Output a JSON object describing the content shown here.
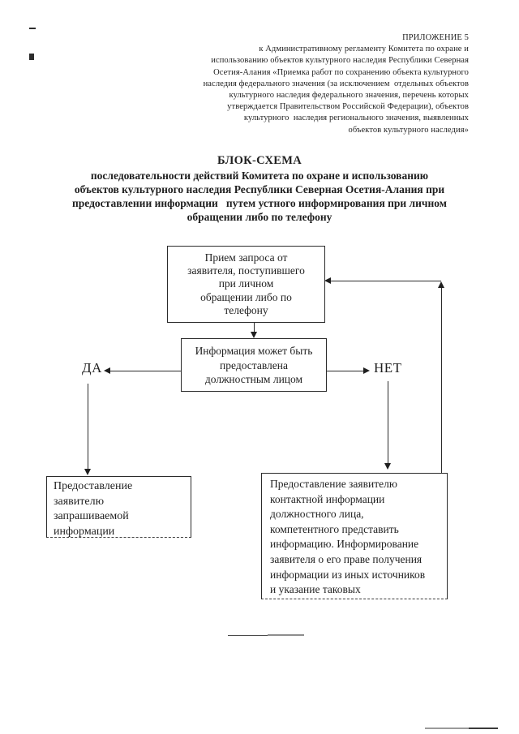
{
  "header": {
    "appendix_label": "ПРИЛОЖЕНИЕ 5",
    "lines": [
      "к Административному регламенту Комитета по охране и",
      "использованию объектов культурного наследия Республики Северная",
      "Осетия-Алания «Приемка работ по сохранению объекта культурного",
      "наследия федерального значения (за исключением  отдельных объектов",
      "культурного наследия федерального значения, перечень которых",
      "утверждается Правительством Российской Федерации), объектов",
      "культурного  наследия регионального значения, выявленных",
      "объектов культурного наследия»"
    ]
  },
  "title": {
    "heading": "БЛОК-СХЕМА",
    "subtitle_lines": [
      "последовательности действий Комитета по охране и использованию",
      "объектов культурного наследия Республики Северная Осетия-Алания при",
      "предоставлении информации   путем устного информирования при личном",
      "обращении либо по телефону"
    ]
  },
  "flowchart": {
    "box_intake_lines": [
      "Прием запроса от",
      "заявителя, поступившего",
      "при личном",
      "обращении либо по",
      "телефону"
    ],
    "box_decision_lines": [
      "Информация может быть",
      "предоставлена",
      "должностным лицом"
    ],
    "label_yes": "ДА",
    "label_no": "НЕТ",
    "box_yes_lines": [
      "Предоставление",
      "заявителю",
      "запрашиваемой",
      "информации"
    ],
    "box_no_lines": [
      "Предоставление заявителю",
      "контактной информации",
      "должностного лица,",
      "компетентного представить",
      "информацию. Информирование",
      "заявителя о его праве получения",
      "информации из иных источников",
      "и указание таковых"
    ]
  },
  "colors": {
    "ink": "#1f1f1f",
    "box_border": "#2b2b2b",
    "scan_gray": "#9a9a9a",
    "page_background": "#ffffff"
  }
}
